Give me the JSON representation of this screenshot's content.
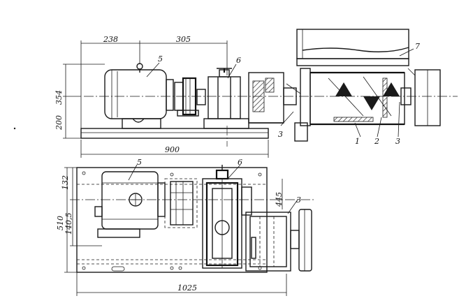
{
  "labels": {
    "top_motor": "5",
    "top_reducer": "6",
    "top_screen": "7",
    "top_coupling": "3",
    "top_part1": "1",
    "top_part2": "2",
    "top_part3": "3",
    "plan_motor": "5",
    "plan_reducer": "6",
    "plan_coupling": "3"
  },
  "dimensions": {
    "d238": "238",
    "d305": "305",
    "d354": "354",
    "d200": "200",
    "d900": "900",
    "d132": "132",
    "d1405": "140,5",
    "d510": "510",
    "d1025": "1025",
    "d445": "445"
  }
}
